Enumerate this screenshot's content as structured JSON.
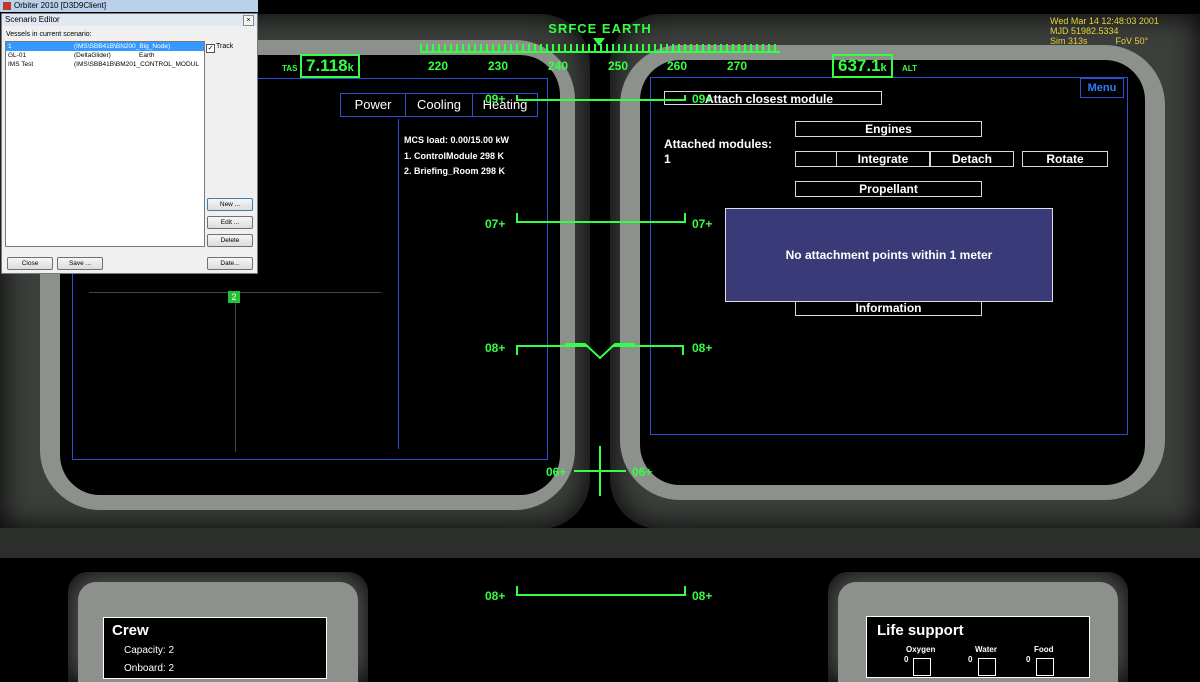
{
  "window": {
    "app_title": "Orbiter 2010 [D3D9Client]"
  },
  "scenario_editor": {
    "title": "Scenario Editor",
    "close_glyph": "×",
    "list_label": "Vessels in current scenario:",
    "vessels": [
      {
        "name": "1",
        "class": "(IMS\\SBB41B\\BN200_Big_Node)",
        "ref": "",
        "selected": true
      },
      {
        "name": "GL-01",
        "class": "(DeltaGlider)",
        "ref": "Earth",
        "selected": false
      },
      {
        "name": "IMS Test",
        "class": "(IMS\\SBB41B\\BM201_CONTROL_MODUL",
        "ref": "",
        "selected": false
      }
    ],
    "track_label": "Track",
    "track_checked": "✓",
    "buttons": {
      "new": "New ...",
      "edit": "Edit ...",
      "delete": "Delete",
      "close": "Close",
      "save": "Save ...",
      "date": "Date..."
    }
  },
  "hud": {
    "mode": "SRFCE  EARTH",
    "heading_scale": [
      "220",
      "230",
      "240",
      "250",
      "260",
      "270"
    ],
    "tas_label": "TAS",
    "tas_value": "7.118",
    "tas_unit": "k",
    "alt_value": "637.1",
    "alt_unit": "k",
    "alt_label": "ALT",
    "pitch_labels": [
      "09+",
      "07+",
      "08+",
      "06+",
      "08+"
    ]
  },
  "sim_info": {
    "date": "Wed Mar 14 12:48:03 2001",
    "mjd": "MJD 51982.5334",
    "sim": "Sim  313s",
    "fov": "FoV  50°"
  },
  "left_mfd": {
    "tabs": [
      "Power",
      "Cooling",
      "Heating"
    ],
    "mcs_load": "MCS load: 0.00/15.00 kW",
    "modules": [
      "1. ControlModule 298 K",
      "2. Briefing_Room 298 K"
    ],
    "marker": "2"
  },
  "right_mfd": {
    "menu": "Menu",
    "attach_closest": "Attach closest module",
    "attached_label": "Attached modules:",
    "attached_count": "1",
    "buttons": {
      "engines": "Engines",
      "integrate": "Integrate",
      "detach": "Detach",
      "rotate": "Rotate",
      "propellant": "Propellant",
      "information": "Information"
    },
    "message": "No attachment points within 1 meter"
  },
  "crew_panel": {
    "title": "Crew",
    "capacity": "Capacity: 2",
    "onboard": "Onboard: 2"
  },
  "life_support": {
    "title": "Life support",
    "items": [
      {
        "label": "Oxygen",
        "value": "0"
      },
      {
        "label": "Water",
        "value": "0"
      },
      {
        "label": "Food",
        "value": "0"
      }
    ]
  },
  "colors": {
    "hud_green": "#35ff45",
    "mfd_blue": "#2a4fd0",
    "info_yellow": "#e8d23a",
    "message_bg": "#3a3a78"
  }
}
